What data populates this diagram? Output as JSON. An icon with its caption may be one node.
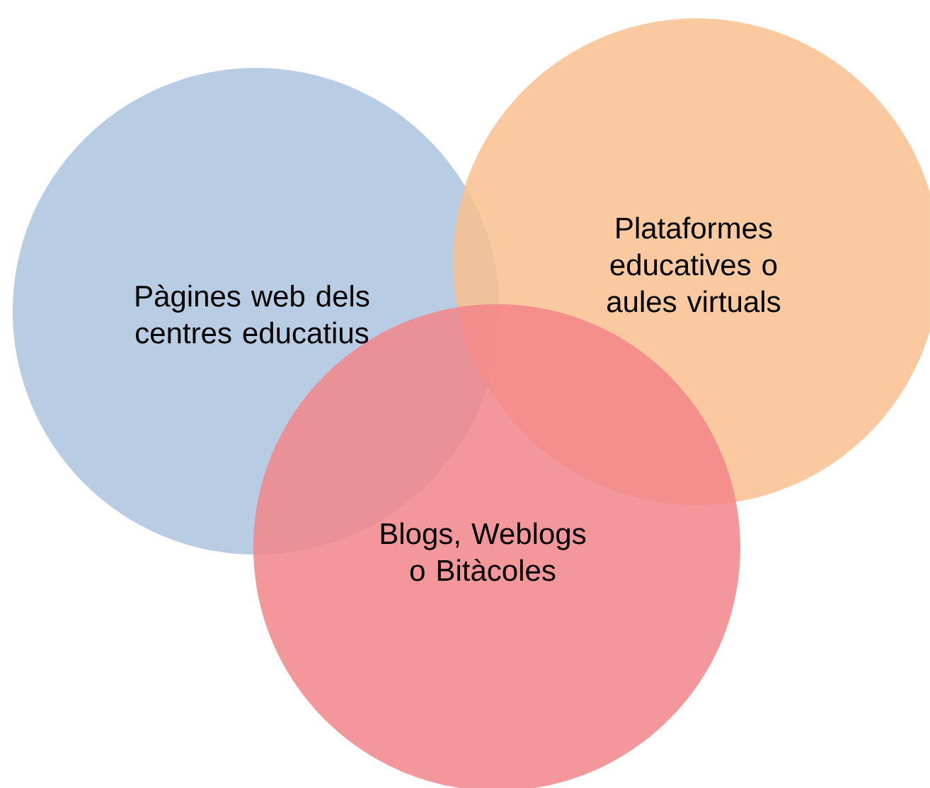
{
  "diagram": {
    "nodes": [
      {
        "text": [
          "Pàgines web dels centres educatius"
        ]
      },
      {
        "text": [
          "Plataformes educatives o aules virtuals"
        ]
      },
      {
        "text": [
          "Blogs, Weblogs o Bitàcoles"
        ]
      }
    ]
  }
}
